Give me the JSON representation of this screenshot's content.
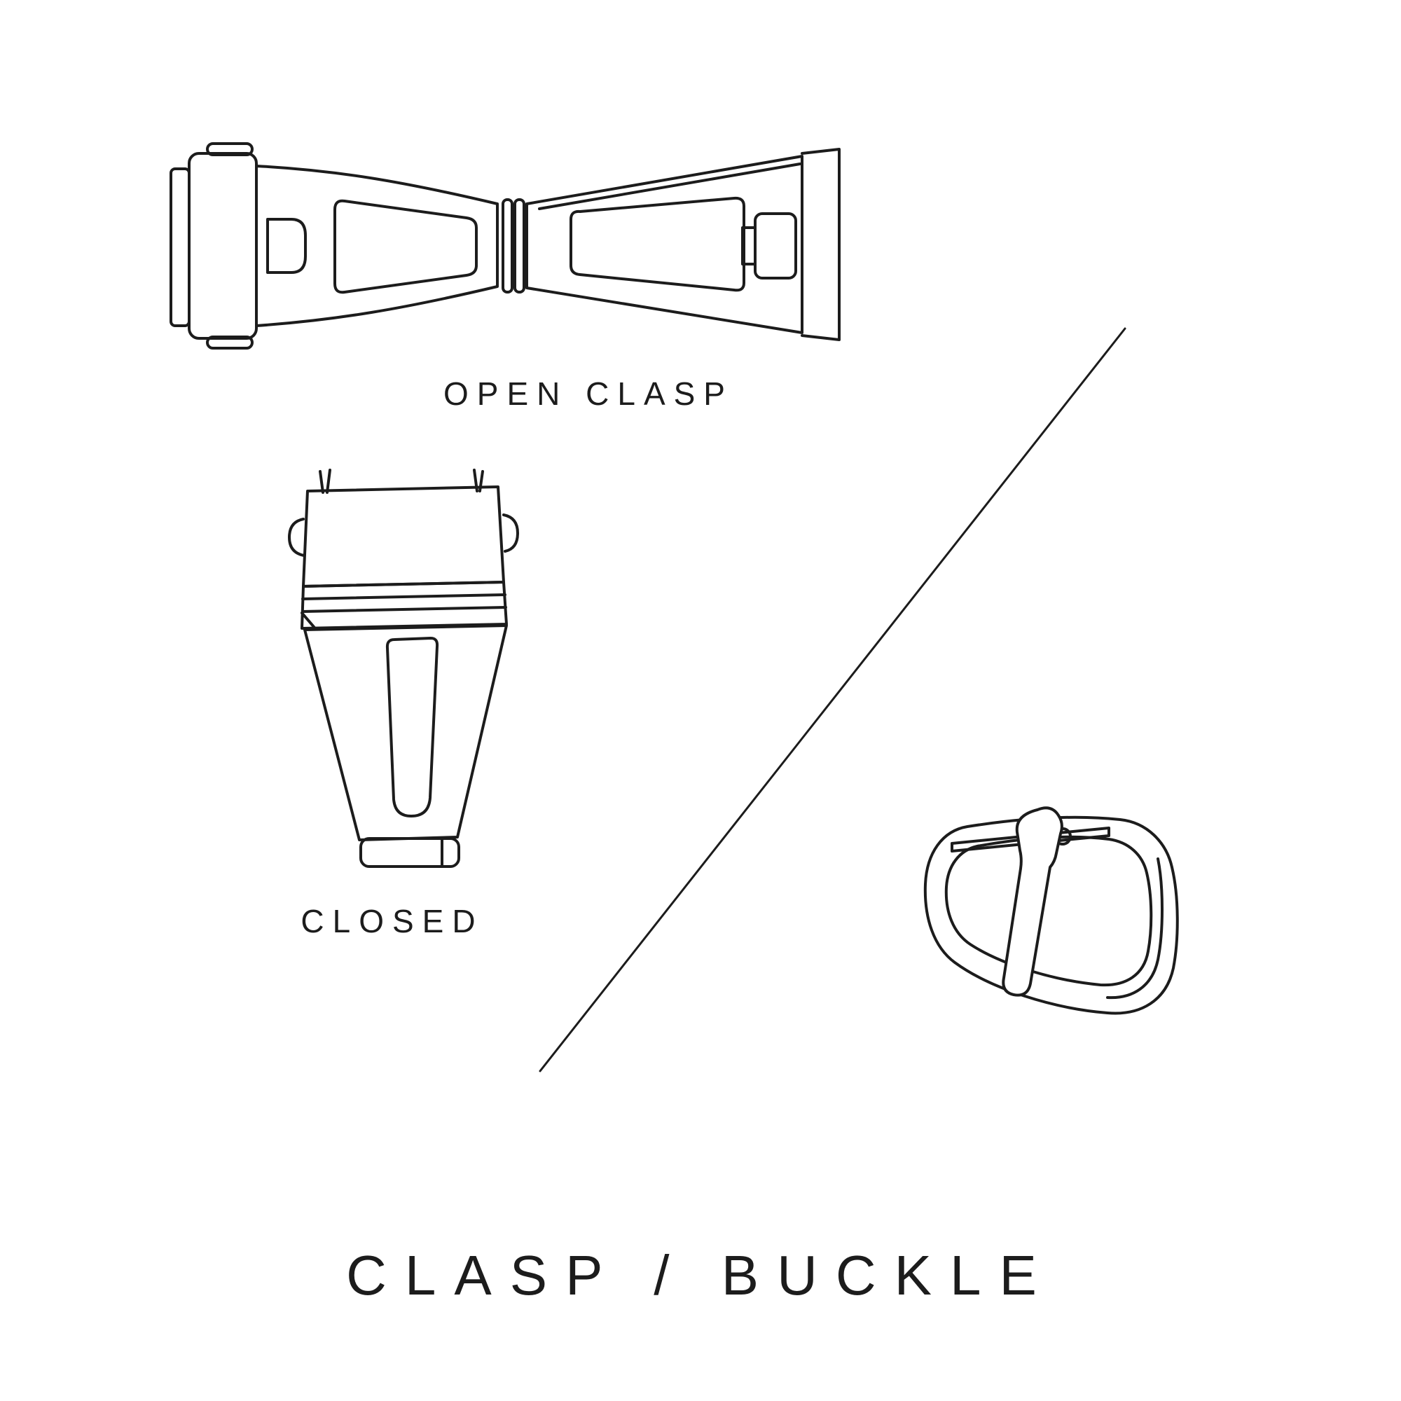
{
  "page": {
    "background_color": "#ffffff",
    "line_color": "#1c1c1c",
    "text_color": "#1c1c1c"
  },
  "diagram": {
    "title": "CLASP / BUCKLE",
    "labels": {
      "open_clasp": "OPEN CLASP",
      "closed": "CLOSED"
    },
    "illustrations": [
      {
        "id": "open-clasp",
        "caption": "OPEN CLASP"
      },
      {
        "id": "closed-clasp",
        "caption": "CLOSED"
      },
      {
        "id": "tang-buckle",
        "caption": ""
      }
    ]
  }
}
